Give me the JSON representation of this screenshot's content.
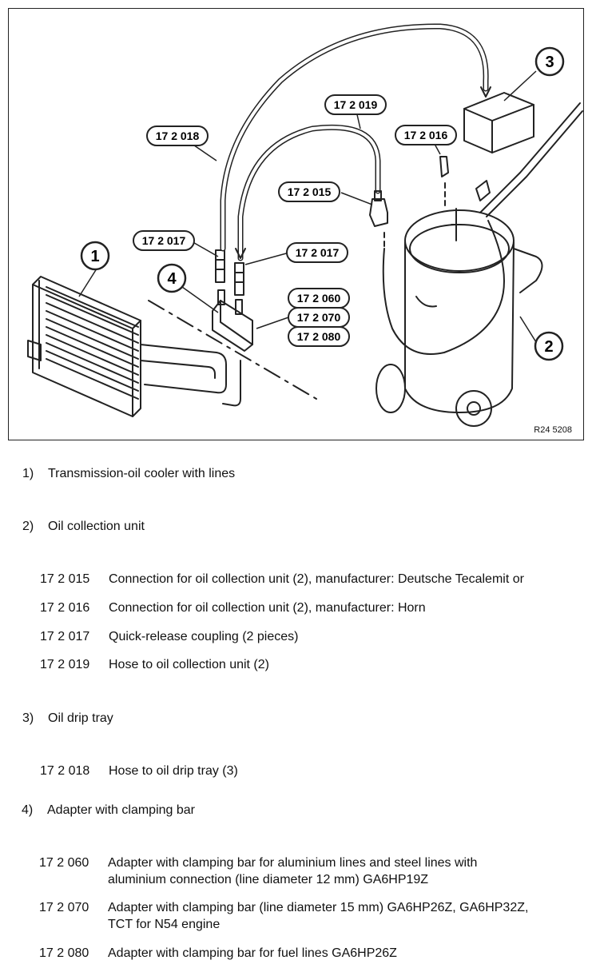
{
  "figure": {
    "ref": "R24 5208",
    "callouts": [
      "17 2 018",
      "17 2 019",
      "17 2 016",
      "17 2 015",
      "17 2 017",
      "17 2 017",
      "17 2 060",
      "17 2 070",
      "17 2 080"
    ],
    "numbers": [
      "1",
      "2",
      "3",
      "4"
    ]
  },
  "sections": [
    {
      "num": "1)",
      "title": "Transmission-oil cooler with lines",
      "items": []
    },
    {
      "num": "2)",
      "title": "Oil collection unit",
      "items": [
        {
          "code": "17 2 015",
          "desc": [
            "Connection for oil collection unit (2), manufacturer: Deutsche Tecalemit or"
          ]
        },
        {
          "code": "17 2 016",
          "desc": [
            "Connection for oil collection unit (2), manufacturer: Horn"
          ]
        },
        {
          "code": "17 2 017",
          "desc": [
            "Quick-release coupling (2 pieces)"
          ]
        },
        {
          "code": "17 2 019",
          "desc": [
            "Hose to oil collection unit (2)"
          ]
        }
      ]
    },
    {
      "num": "3)",
      "title": "Oil drip tray",
      "items": [
        {
          "code": "17 2 018",
          "desc": [
            "Hose to oil drip tray (3)"
          ]
        }
      ]
    },
    {
      "num": "4)",
      "title": "Adapter with clamping bar",
      "items": [
        {
          "code": "17 2 060",
          "desc": [
            "Adapter with clamping bar for aluminium lines and steel lines with",
            "aluminium connection (line diameter 12 mm) GA6HP19Z"
          ]
        },
        {
          "code": "17 2 070",
          "desc": [
            "Adapter with clamping bar (line diameter 15 mm) GA6HP26Z, GA6HP32Z,",
            "TCT for N54 engine"
          ]
        },
        {
          "code": "17 2 080",
          "desc": [
            "Adapter with clamping bar for fuel lines GA6HP26Z"
          ]
        }
      ]
    }
  ]
}
